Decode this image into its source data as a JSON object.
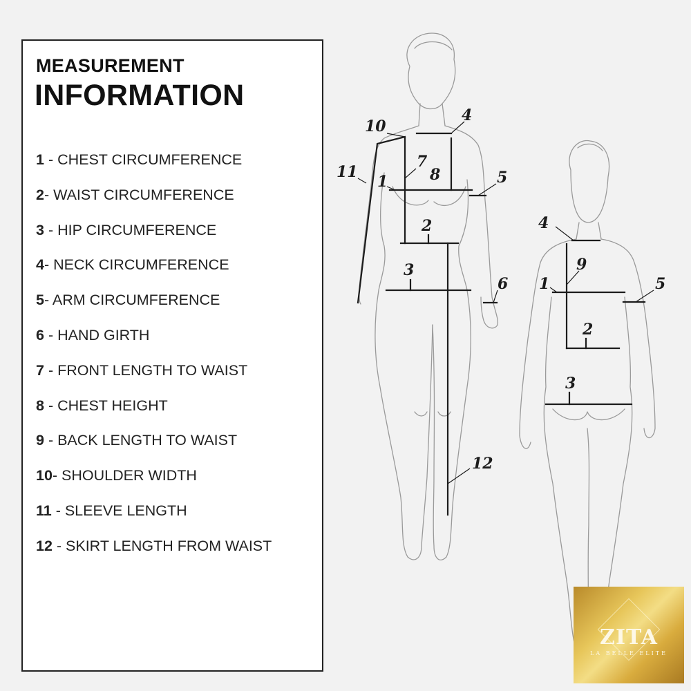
{
  "header": {
    "line1": "MEASUREMENT",
    "line2": "INFORMATION"
  },
  "items": [
    {
      "num": "1",
      "label": " - CHEST CIRCUMFERENCE"
    },
    {
      "num": "2",
      "label": "- WAIST CIRCUMFERENCE"
    },
    {
      "num": "3",
      "label": " - HIP CIRCUMFERENCE"
    },
    {
      "num": "4",
      "label": "- NECK CIRCUMFERENCE"
    },
    {
      "num": "5",
      "label": "- ARM CIRCUMFERENCE"
    },
    {
      "num": "6",
      "label": " - HAND GIRTH"
    },
    {
      "num": "7",
      "label": " - FRONT LENGTH TO WAIST"
    },
    {
      "num": "8",
      "label": " - CHEST HEIGHT"
    },
    {
      "num": "9",
      "label": " - BACK LENGTH TO WAIST"
    },
    {
      "num": "10",
      "label": "- SHOULDER WIDTH"
    },
    {
      "num": "11",
      "label": " - SLEEVE LENGTH"
    },
    {
      "num": "12",
      "label": " - SKIRT LENGTH FROM WAIST"
    }
  ],
  "front_labels": [
    "10",
    "4",
    "11",
    "7",
    "8",
    "1",
    "5",
    "2",
    "3",
    "6",
    "12"
  ],
  "back_labels": [
    "4",
    "9",
    "1",
    "5",
    "2",
    "3"
  ],
  "brand": {
    "name": "ZITA",
    "tagline": "LA BELLE ELITE"
  }
}
